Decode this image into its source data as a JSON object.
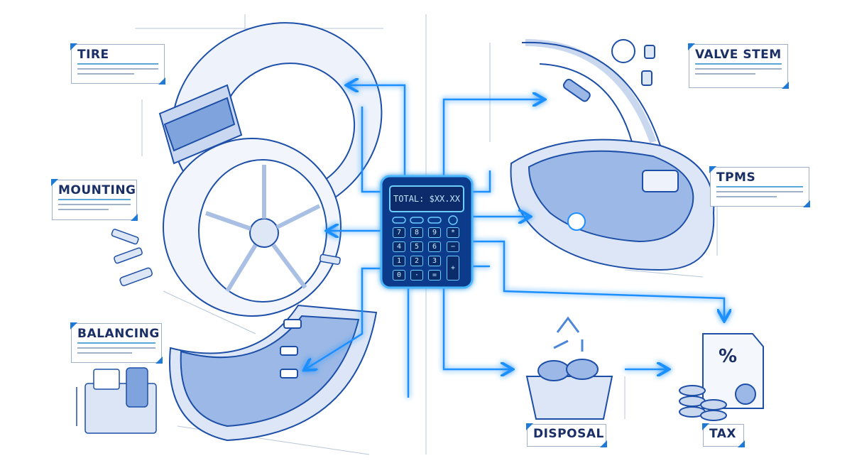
{
  "labels": {
    "tire": "TIRE",
    "mounting": "MOUNTING",
    "balancing": "BALANCING",
    "valve_stem": "VALVE STEM",
    "tpms": "TPMS",
    "disposal": "DISPOSAL",
    "tax": "TAX"
  },
  "calculator": {
    "display": "TOTAL: $XX.XX",
    "keys": [
      "7",
      "8",
      "9",
      "*",
      "4",
      "5",
      "6",
      "−",
      "1",
      "2",
      "3",
      "+",
      "0",
      "·",
      "="
    ]
  },
  "tax_document_symbol": "%",
  "colors": {
    "line": "#1f5fbf",
    "glow": "#1e90ff",
    "calculator_body": "#0b3a8c",
    "accent": "#1f7ad6",
    "label_text": "#1a2f66"
  }
}
